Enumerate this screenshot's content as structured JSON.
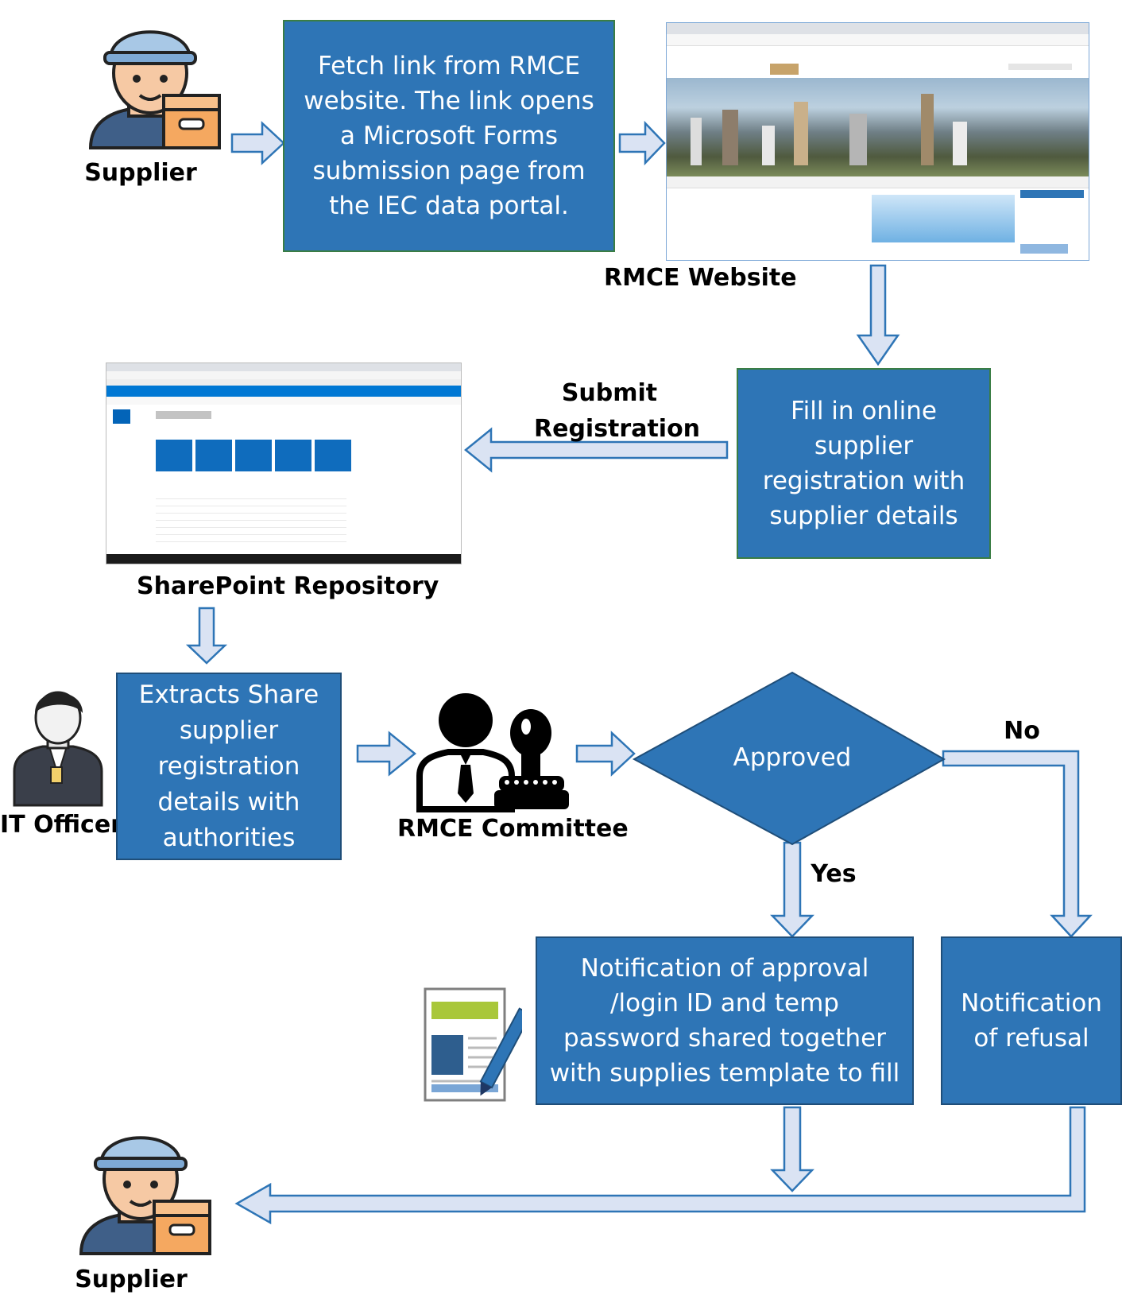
{
  "colors": {
    "box_fill": "#2e75b6",
    "box_border": "#1f4e79",
    "arrow_fill": "#dae3f3",
    "arrow_stroke": "#2e75b6"
  },
  "nodes": {
    "supplier_top": {
      "label": "Supplier",
      "icon": "supplier-delivery-person-icon"
    },
    "fetch_link": {
      "text": "Fetch link from RMCE website. The link opens a Microsoft  Forms submission page from the IEC data portal."
    },
    "rmce_website": {
      "label": "RMCE Website",
      "icon": "website-screenshot"
    },
    "fill_registration": {
      "text": "Fill  in online supplier registration with supplier details"
    },
    "submit_label": {
      "text": "Submit Registration"
    },
    "sharepoint": {
      "label": "SharePoint Repository",
      "icon": "sharepoint-screenshot"
    },
    "it_officer": {
      "label": "IT Officer",
      "icon": "officer-icon"
    },
    "extracts": {
      "text": "Extracts Share supplier registration details with authorities"
    },
    "committee": {
      "label": "RMCE Committee",
      "icon": "committee-stamp-icon"
    },
    "decision": {
      "text": "Approved",
      "yes_label": "Yes",
      "no_label": "No"
    },
    "approval_notice": {
      "text": "Notification of approval /login ID and temp password shared together with supplies template to fill",
      "icon": "document-pen-icon"
    },
    "refusal_notice": {
      "text": "Notification of refusal"
    },
    "supplier_bottom": {
      "label": "Supplier",
      "icon": "supplier-delivery-person-icon"
    }
  }
}
